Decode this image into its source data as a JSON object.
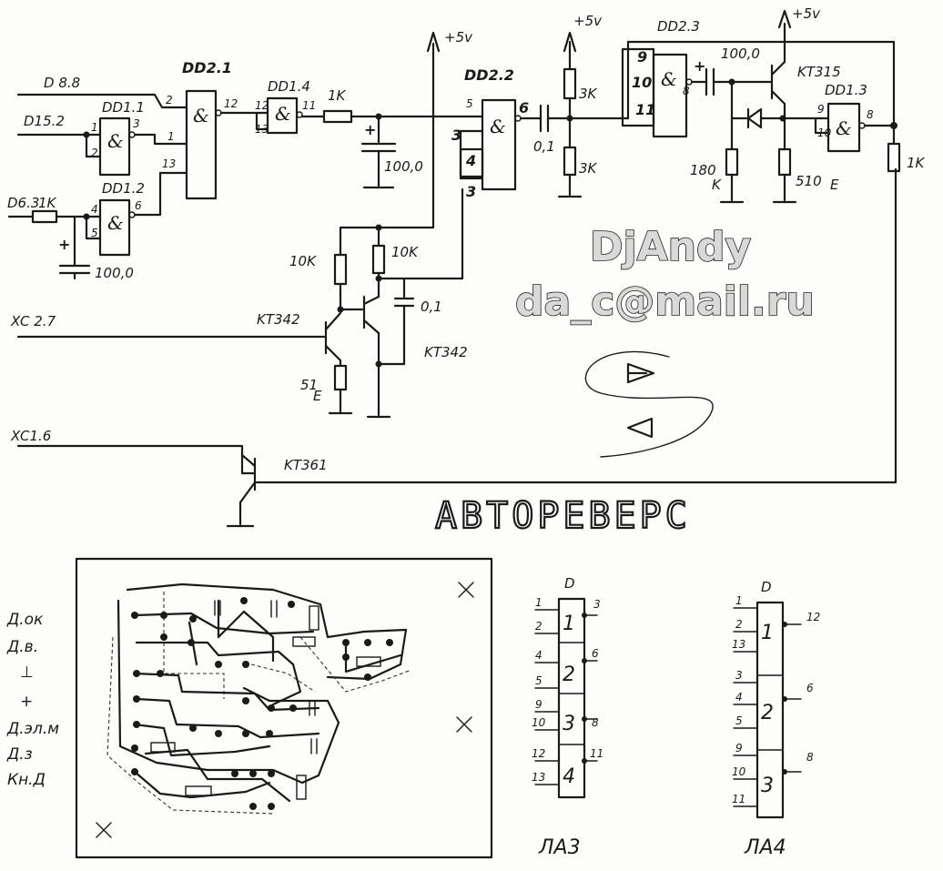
{
  "schematic": {
    "supply": "+5v",
    "chips": {
      "dd2_1": {
        "name": "DD2.1",
        "symbol": "&",
        "pins": [
          "2",
          "1",
          "13",
          "12"
        ]
      },
      "dd1_1": {
        "name": "DD1.1",
        "symbol": "&",
        "pins": [
          "1",
          "2",
          "3"
        ]
      },
      "dd1_2": {
        "name": "DD1.2",
        "symbol": "&",
        "pins": [
          "4",
          "5",
          "6"
        ]
      },
      "dd1_4": {
        "name": "DD1.4",
        "symbol": "&",
        "pins": [
          "12",
          "13",
          "11"
        ]
      },
      "dd2_2": {
        "name": "DD2.2",
        "symbol": "&",
        "pins": [
          "5",
          "3",
          "4",
          "3",
          "6"
        ]
      },
      "dd2_3": {
        "name": "DD2.3",
        "symbol": "&",
        "pins": [
          "9",
          "10",
          "11",
          "8"
        ]
      },
      "dd1_3": {
        "name": "DD1.3",
        "symbol": "&",
        "pins": [
          "9",
          "10",
          "8"
        ]
      }
    },
    "inputs": {
      "d88": "D 8.8",
      "d15": "D15.2",
      "d63": "D6.3",
      "d63_res": "1K",
      "xc27": "XC 2.7",
      "xc16": "XC1.6"
    },
    "components": {
      "r_1k_a": "1K",
      "c_100_a": "100,0",
      "c_100_b": "100,0",
      "c_01_a": "0,1",
      "c_01_b": "0,1",
      "r_3k_top": "3K",
      "r_3k_bot": "3K",
      "c_100_c": "100,0",
      "r_180": "180",
      "r_180_unit": "K",
      "r_510": "510",
      "r_510_unit": "E",
      "r_1k_b": "1K",
      "r_10k_a": "10K",
      "r_10k_b": "10K",
      "r_51": "51",
      "r_51_unit": "E",
      "q_kt342_a": "KT342",
      "q_kt342_b": "KT342",
      "q_kt315": "KT315",
      "q_kt361": "KT361"
    }
  },
  "watermark": {
    "author": "DjAndy",
    "email": "da_c@mail.ru"
  },
  "title": "АВТОРЕВЕРС",
  "board": {
    "labels": [
      "Д.ок",
      "Д.в.",
      "⊥",
      "+",
      "Д.эл.м",
      "Д.з",
      "Кн.Д"
    ]
  },
  "pinouts": {
    "la3": {
      "header": "D",
      "name": "ЛА3",
      "gates": [
        "1",
        "2",
        "3",
        "4"
      ],
      "left_pins": [
        "1",
        "2",
        "4",
        "5",
        "9",
        "10",
        "12",
        "13"
      ],
      "right_pins": [
        "3",
        "6",
        "8",
        "11"
      ]
    },
    "la4": {
      "header": "D",
      "name": "ЛА4",
      "gates": [
        "1",
        "2",
        "3"
      ],
      "left_pins": [
        "1",
        "2",
        "13",
        "3",
        "4",
        "5",
        "9",
        "10",
        "11"
      ],
      "right_pins": [
        "12",
        "6",
        "8"
      ]
    }
  }
}
